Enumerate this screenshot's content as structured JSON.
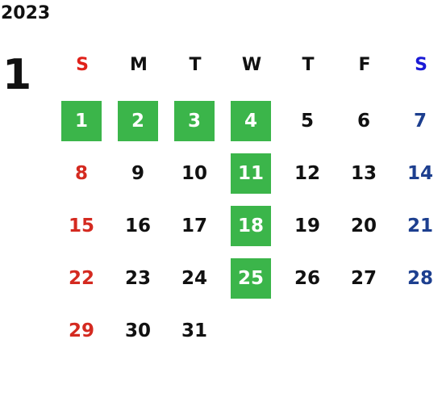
{
  "calendar": {
    "year": "2023",
    "month": "1",
    "weekdays": [
      "S",
      "M",
      "T",
      "W",
      "T",
      "F",
      "S"
    ],
    "first_weekday_index": 0,
    "days": [
      "1",
      "2",
      "3",
      "4",
      "5",
      "6",
      "7",
      "8",
      "9",
      "10",
      "11",
      "12",
      "13",
      "14",
      "15",
      "16",
      "17",
      "18",
      "19",
      "20",
      "21",
      "22",
      "23",
      "24",
      "25",
      "26",
      "27",
      "28",
      "29",
      "30",
      "31"
    ],
    "highlighted_days": [
      "1",
      "2",
      "3",
      "4",
      "11",
      "18",
      "25"
    ],
    "colors": {
      "sunday": "#d42a20",
      "saturday": "#1d3f8f",
      "weekday": "#111111",
      "highlight_bg": "#3bb54a",
      "highlight_text": "#ffffff"
    }
  }
}
